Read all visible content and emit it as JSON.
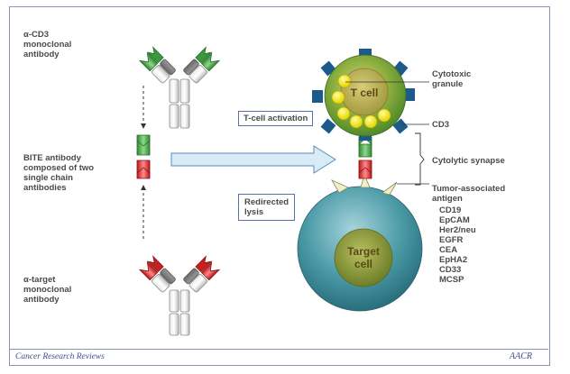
{
  "labels": {
    "cd3_antibody": [
      "α-CD3",
      "monoclonal",
      "antibody"
    ],
    "bite_antibody": [
      "BITE antibody",
      "composed of two",
      "single chain",
      "antibodies"
    ],
    "target_antibody": [
      "α-target",
      "monoclonal",
      "antibody"
    ],
    "tcell_activation": "T-cell activation",
    "redirected_lysis": [
      "Redirected",
      "lysis"
    ],
    "t_cell": "T cell",
    "target_cell": [
      "Target",
      "cell"
    ],
    "cytotoxic_granule": [
      "Cytotoxic",
      "granule"
    ],
    "cd3": "CD3",
    "cytolytic_synapse": "Cytolytic synapse",
    "tumor_antigen": [
      "Tumor-associated",
      "antigen"
    ],
    "antigen_list": [
      "CD19",
      "EpCAM",
      "Her2/neu",
      "EGFR",
      "CEA",
      "EpHA2",
      "CD33",
      "MCSP"
    ]
  },
  "footer": {
    "journal": "Cancer Research Reviews",
    "logo": "AACR"
  },
  "colors": {
    "cd3_binding": "#3a9a3a",
    "target_binding": "#d42020",
    "tcell": "#8aa840",
    "target_cell_outer": "#3e8f9a",
    "target_cell_inner": "#8c9a3a",
    "granule": "#f4ee10",
    "cd3_receptor": "#1d5a8c",
    "arrow_fill": "#d8ecf8",
    "frame": "#8a96b8"
  }
}
